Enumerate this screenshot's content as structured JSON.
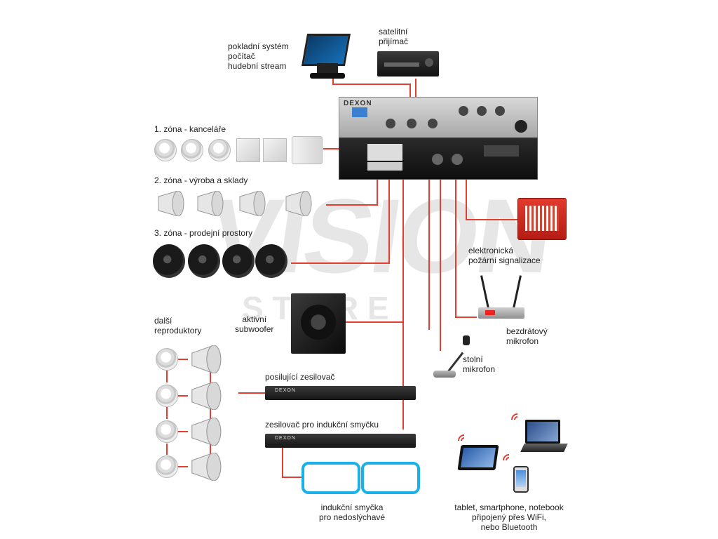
{
  "labels": {
    "pos_system": [
      "pokladní systém",
      "počítač",
      "hudební stream"
    ],
    "satellite": [
      "satelitní",
      "přijímač"
    ],
    "zone1": "1. zóna - kanceláře",
    "zone2": "2. zóna - výroba a sklady",
    "zone3": "3. zóna - prodejní prostory",
    "fire_alarm": [
      "elektronická",
      "požární signalizace"
    ],
    "wireless_mic": [
      "bezdrátový",
      "mikrofon"
    ],
    "table_mic": [
      "stolní",
      "mikrofon"
    ],
    "more_speakers": [
      "další",
      "reproduktory"
    ],
    "subwoofer": [
      "aktivní",
      "subwoofer"
    ],
    "booster_amp": "posilující zesilovač",
    "loop_amp": "zesilovač pro indukční smyčku",
    "induction_loop": [
      "indukční smyčka",
      "pro nedoslýchavé"
    ],
    "mobile_devices": [
      "tablet, smartphone, notebook",
      "připojený přes WiFi,",
      "nebo Bluetooth"
    ]
  },
  "brand": "DEXON",
  "watermark": {
    "big": "VISION",
    "small": "S T O R E"
  },
  "colors": {
    "wire": "#e53d2f",
    "loop": "#1ab0e8"
  }
}
